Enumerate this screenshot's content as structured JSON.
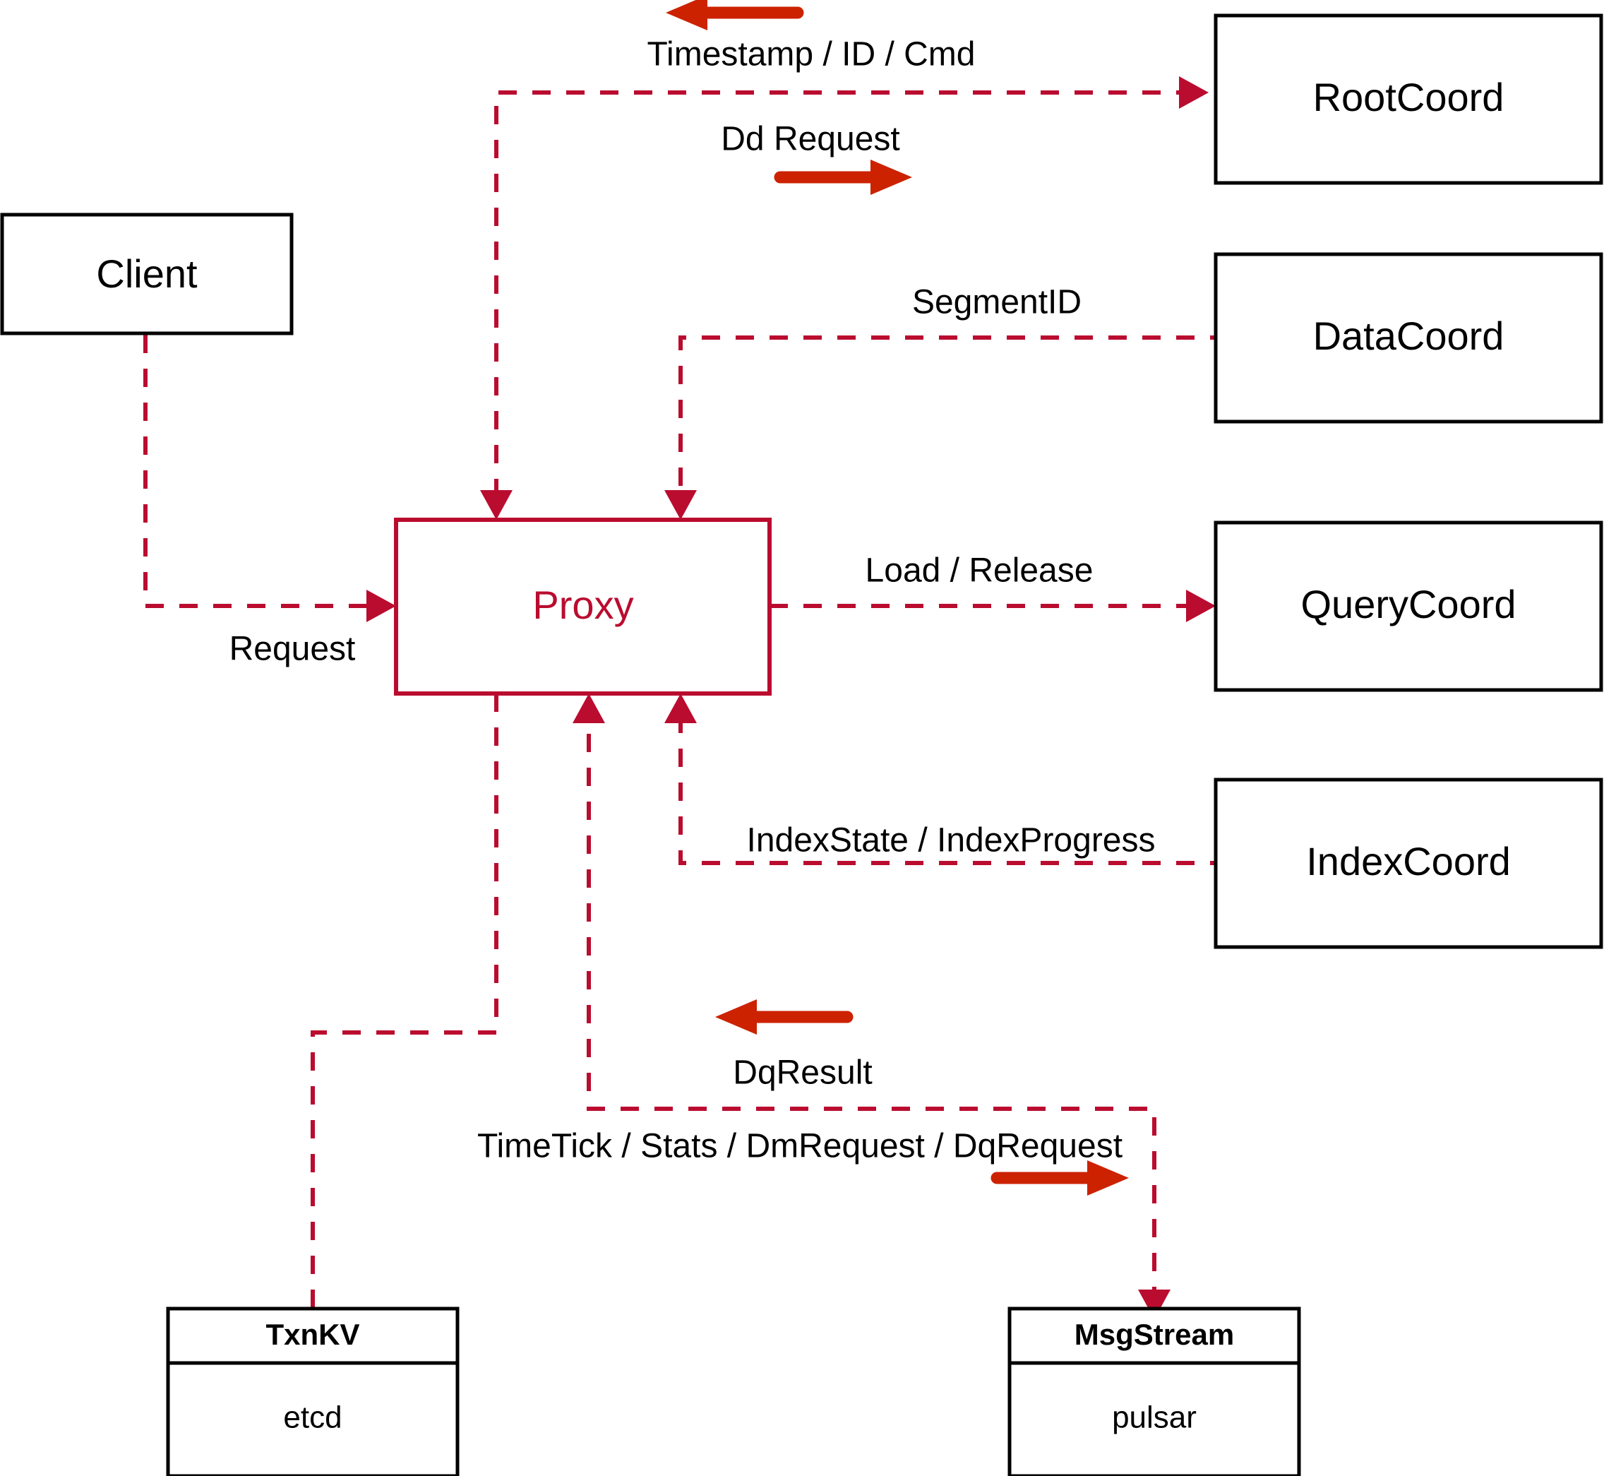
{
  "diagram": {
    "title": "Milvus Proxy Component Interaction Diagram",
    "accent_color": "#BA0C2F",
    "arrow_color": "#CC2200",
    "node_border_color": "#000000",
    "background_color": "#ffffff"
  },
  "nodes": {
    "client": {
      "label": "Client"
    },
    "proxy": {
      "label": "Proxy"
    },
    "root_coord": {
      "label": "RootCoord"
    },
    "data_coord": {
      "label": "DataCoord"
    },
    "query_coord": {
      "label": "QueryCoord"
    },
    "index_coord": {
      "label": "IndexCoord"
    },
    "txnkv": {
      "title": "TxnKV",
      "impl": "etcd"
    },
    "msgstream": {
      "title": "MsgStream",
      "impl": "pulsar"
    }
  },
  "edge_labels": {
    "timestamp_id_cmd": "Timestamp / ID / Cmd",
    "dd_request": "Dd Request",
    "segment_id": "SegmentID",
    "request": "Request",
    "load_release": "Load / Release",
    "index_state_progress": "IndexState / IndexProgress",
    "dq_result": "DqResult",
    "timetick_stats": "TimeTick / Stats / DmRequest / DqRequest"
  },
  "direction_arrows": [
    {
      "name": "timestamp-direction-arrow",
      "direction": "left",
      "for": "timestamp_id_cmd"
    },
    {
      "name": "dd-request-direction-arrow",
      "direction": "right",
      "for": "dd_request"
    },
    {
      "name": "dq-result-direction-arrow",
      "direction": "left",
      "for": "dq_result"
    },
    {
      "name": "timetick-direction-arrow",
      "direction": "right",
      "for": "timetick_stats"
    }
  ]
}
